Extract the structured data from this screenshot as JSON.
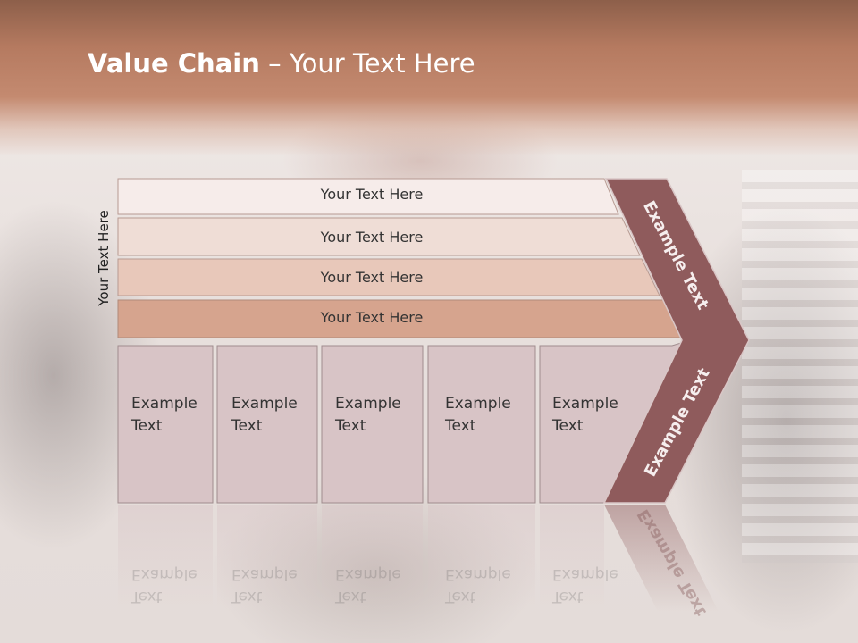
{
  "title": {
    "bold": "Value Chain",
    "rest": " – Your Text Here"
  },
  "side_label": "Your Text Here",
  "rows": [
    {
      "label": "Your Text Here"
    },
    {
      "label": "Your Text Here"
    },
    {
      "label": "Your Text Here"
    },
    {
      "label": "Your Text Here"
    }
  ],
  "activities": [
    {
      "line1": "Example",
      "line2": "Text"
    },
    {
      "line1": "Example",
      "line2": "Text"
    },
    {
      "line1": "Example",
      "line2": "Text"
    },
    {
      "line1": "Example",
      "line2": "Text"
    },
    {
      "line1": "Example",
      "line2": "Text"
    }
  ],
  "chevron": {
    "upper": "Example Text",
    "lower": "Example Text"
  },
  "colors": {
    "header": "#c48a70",
    "row1": "#f6ecea",
    "row2": "#efddd6",
    "row3": "#e8c8ba",
    "row4": "#d6a48e",
    "activity": "#d8c4c6",
    "chevron": "#8f5b5c"
  }
}
